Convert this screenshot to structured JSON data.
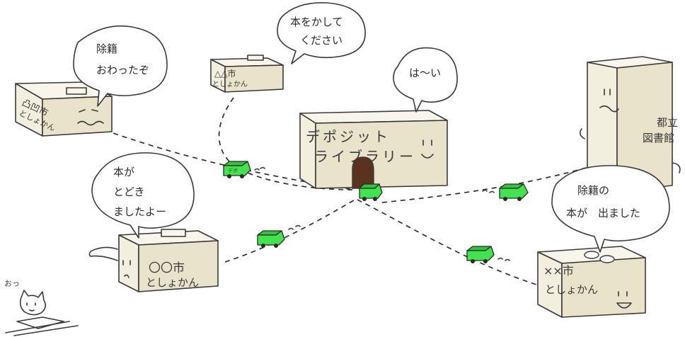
{
  "speech": {
    "top_left": [
      "除籍",
      "おわったぞ"
    ],
    "top_middle": [
      "本をかして",
      "ください"
    ],
    "center": [
      "は〜い"
    ],
    "left_middle": [
      "本が",
      "とどき",
      "ましたよー"
    ],
    "right": [
      "除籍の",
      "本が　出ました"
    ]
  },
  "buildings": {
    "depository": [
      "デポジット",
      "ライブラリー"
    ],
    "city_top_left": [
      "凸凹市",
      "としょかん"
    ],
    "city_triangle": [
      "△△市",
      "としょかん"
    ],
    "city_circle": [
      "〇〇市",
      "としょかん"
    ],
    "city_cross": [
      "××市",
      "としょかん"
    ],
    "metro_library": [
      "都立",
      "図書館"
    ]
  },
  "van_label": "デポ",
  "cat_exclaim": "おっ",
  "colors": {
    "van": "#43e34f",
    "wall": "#f3efde",
    "ink": "#3a3a3a"
  }
}
